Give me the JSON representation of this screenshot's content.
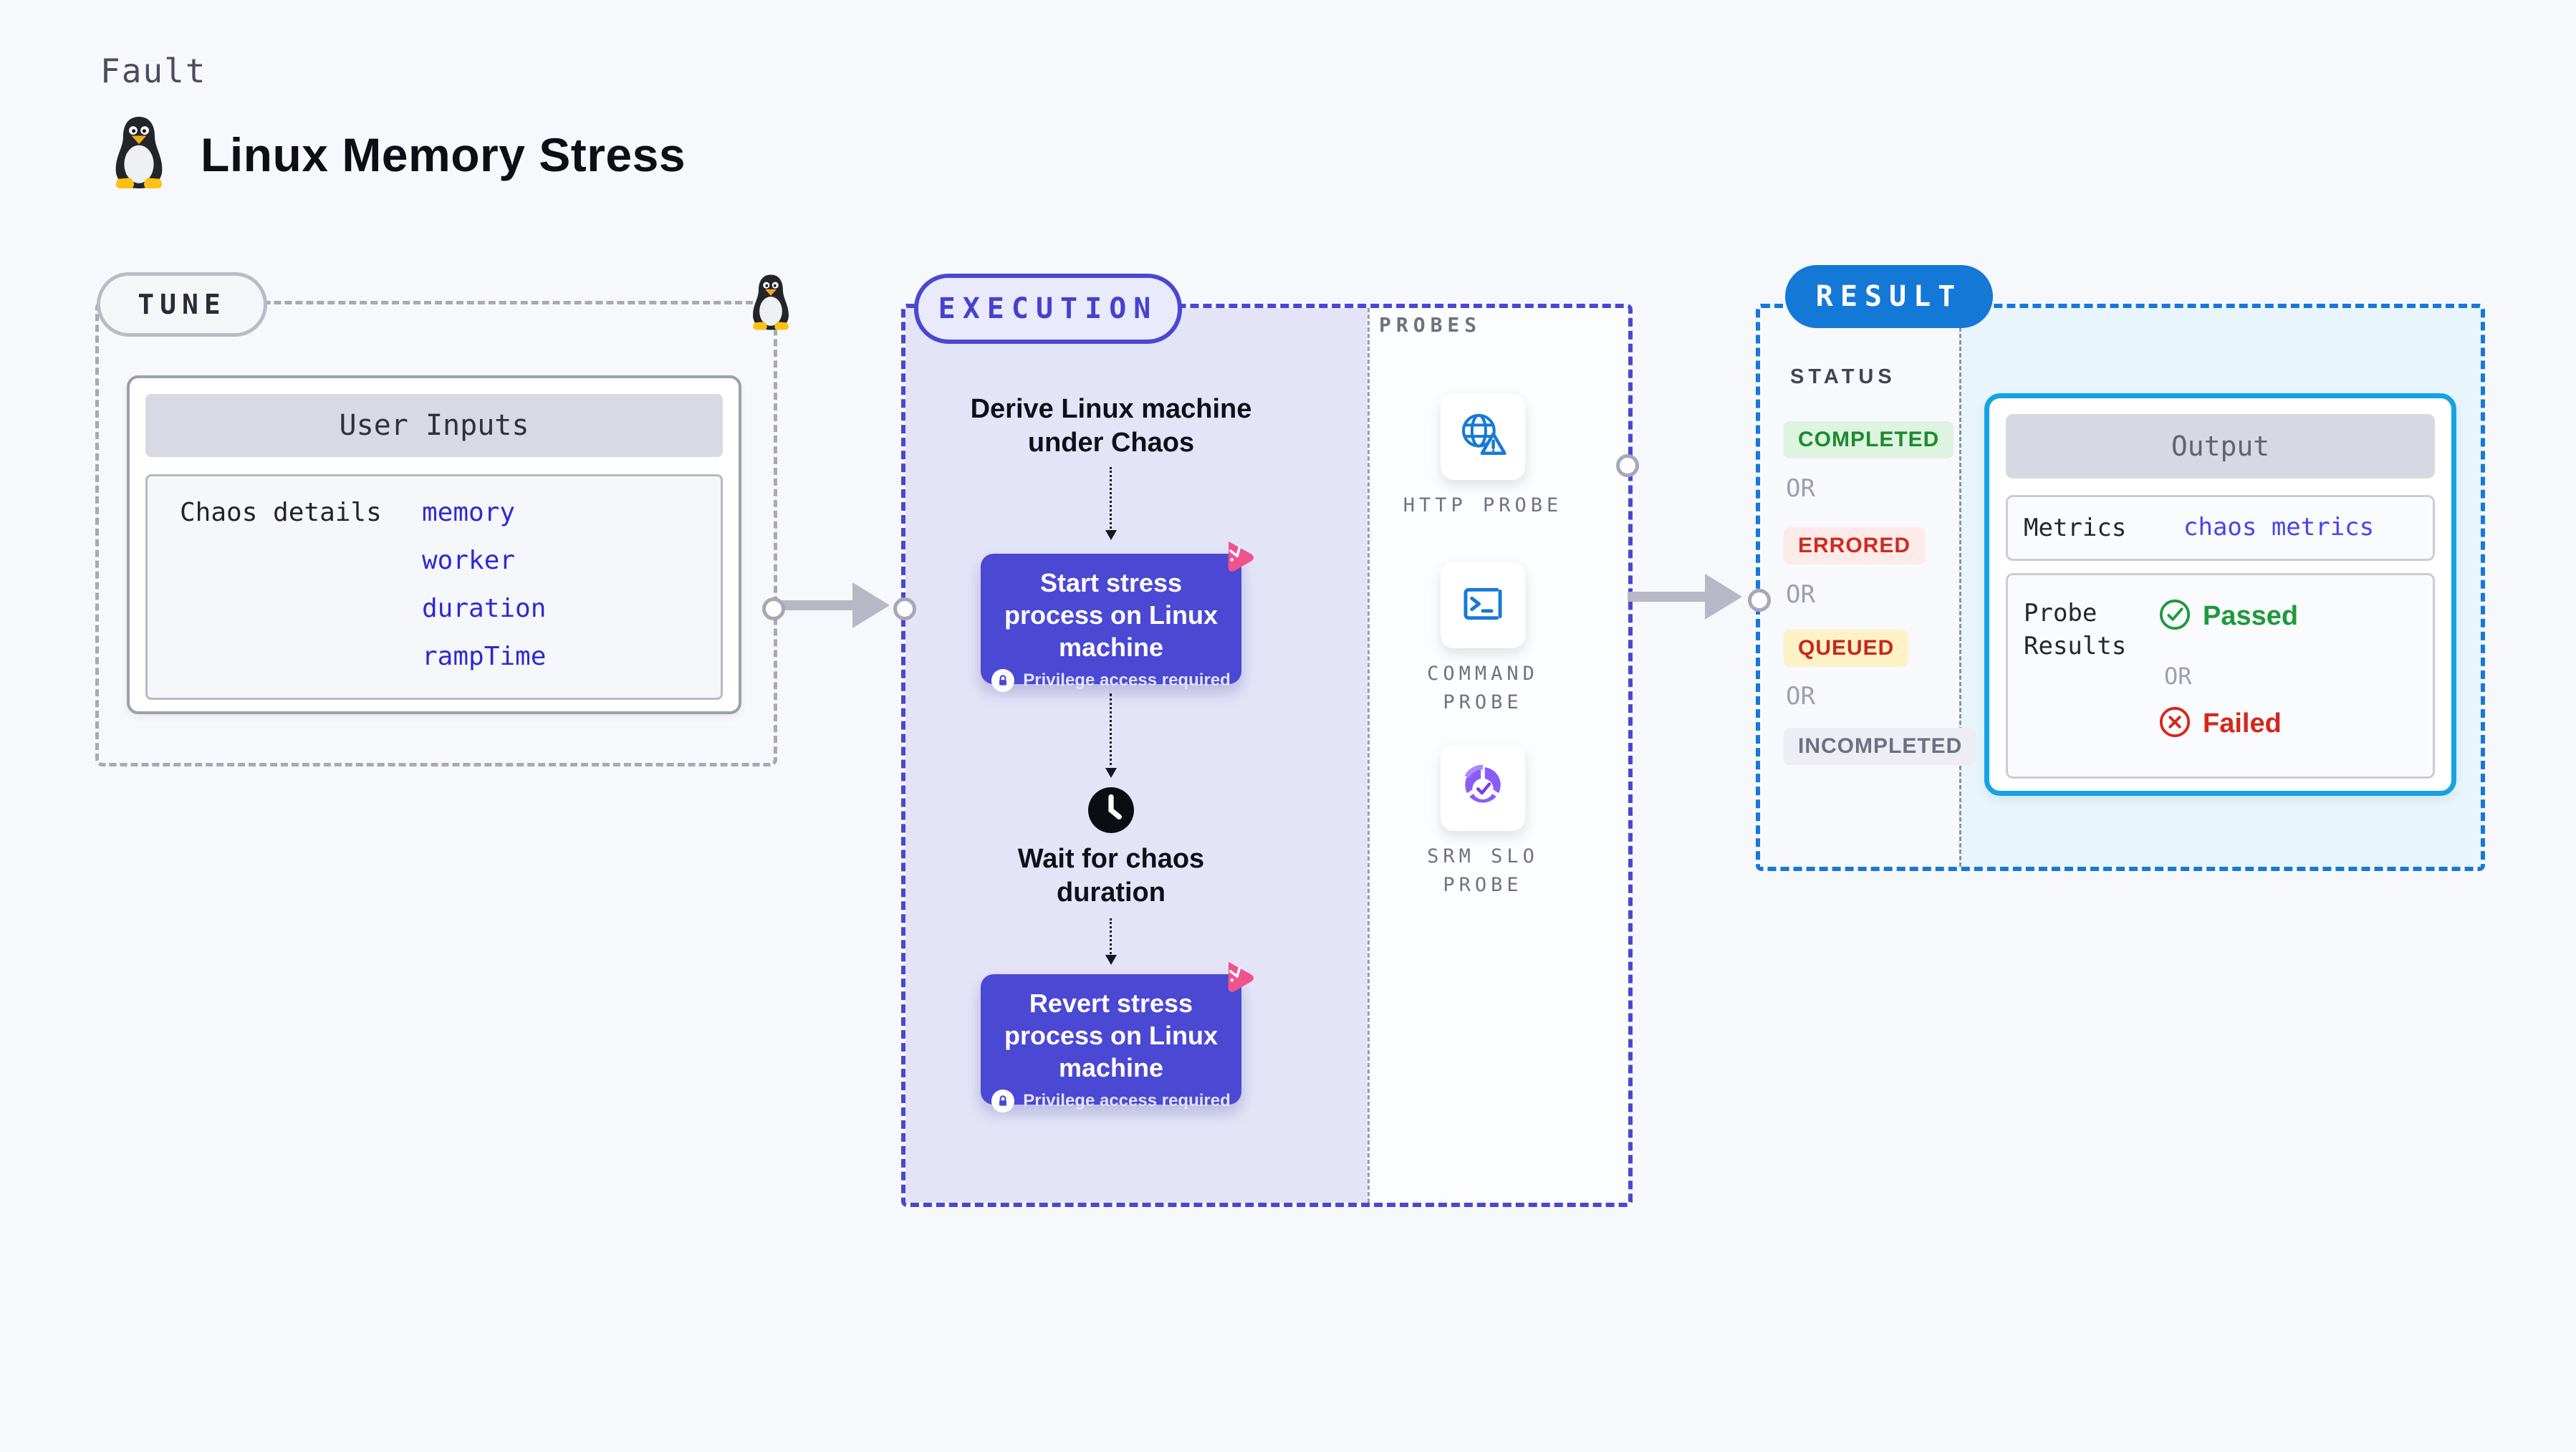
{
  "header": {
    "kicker": "Fault",
    "title": "Linux Memory Stress"
  },
  "tune": {
    "label": "TUNE",
    "card_title": "User Inputs",
    "row_label": "Chaos details",
    "params": [
      "memory",
      "worker",
      "duration",
      "rampTime"
    ]
  },
  "execution": {
    "label": "EXECUTION",
    "derive_step": "Derive Linux machine under Chaos",
    "start_action": "Start stress process on Linux machine",
    "privilege_note": "Privilege access required",
    "wait_step": "Wait for chaos duration",
    "revert_action": "Revert stress process on Linux machine"
  },
  "probes": {
    "label": "PROBES",
    "items": [
      {
        "name": "HTTP PROBE",
        "icon": "globe-alert-icon"
      },
      {
        "name": "COMMAND PROBE",
        "icon": "terminal-icon"
      },
      {
        "name": "SRM SLO PROBE",
        "icon": "slo-donut-check-icon"
      }
    ]
  },
  "result": {
    "label": "RESULT",
    "status_label": "STATUS",
    "or_label": "OR",
    "statuses": [
      {
        "label": "COMPLETED",
        "fg": "#1b8c30",
        "bg": "#def3e0"
      },
      {
        "label": "ERRORED",
        "fg": "#d02b20",
        "bg": "#fcebe9"
      },
      {
        "label": "QUEUED",
        "fg": "#c7281b",
        "bg": "#fdf1c6"
      },
      {
        "label": "INCOMPLETED",
        "fg": "#6b7181",
        "bg": "#ededf3"
      }
    ],
    "output": {
      "title": "Output",
      "metrics_label": "Metrics",
      "metrics_value": "chaos metrics",
      "probe_results_label": "Probe Results",
      "passed_label": "Passed",
      "failed_label": "Failed"
    }
  },
  "colors": {
    "page_bg": "#f7f8fb",
    "accent_indigo": "#4a47d1",
    "node_indigo": "#4b48d4",
    "lavender_bg": "#e4e4f9",
    "result_blue": "#1478d7",
    "output_cyan": "#14a3e3",
    "light_blue_bg": "#e8f5fc",
    "arrow_gray": "#b7b7c6",
    "probe_icon_blue": "#1779d8",
    "srm_purple": "#8b5cf6",
    "pink_badge": "#f0538c",
    "passed_green": "#1d9a3c",
    "failed_red": "#d6261b",
    "link_indigo": "#2e2ad4"
  }
}
